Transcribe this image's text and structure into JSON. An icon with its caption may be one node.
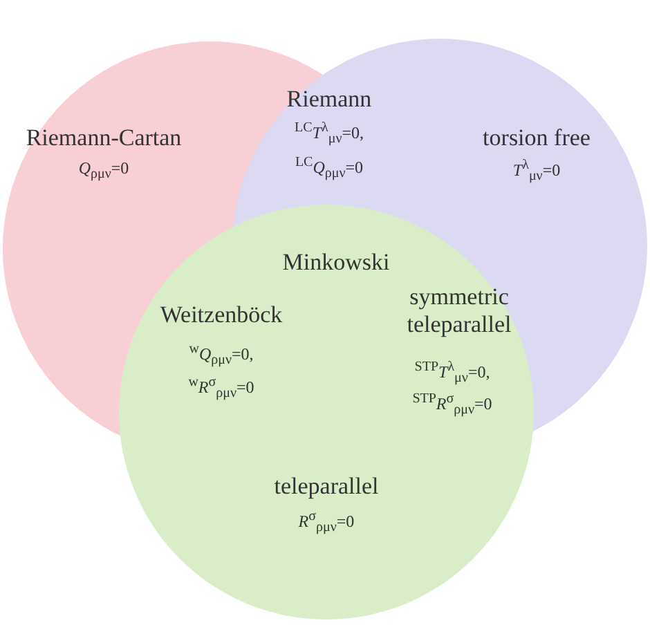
{
  "diagram": {
    "nodes": [
      {
        "text": [
          "Riemann-Cartan",
          "*Q*$_{ρμν}$=0"
        ]
      },
      {
        "text": [
          "Riemann",
          "$^{LC}$*T*$^{λ}$$_{μν}$=0,",
          "$^{LC}$*Q*$_{ρμν}$=0"
        ]
      },
      {
        "text": [
          "torsion free",
          "*T*$^{λ}$$_{μν}$=0"
        ]
      },
      {
        "text": [
          "Minkowski"
        ]
      },
      {
        "text": [
          "Weitzenböck",
          "$^{w}$*Q*$_{ρμν}$=0,",
          "$^{w}$*R*$^{σ}$$_{ρμν}$=0"
        ]
      },
      {
        "text": [
          "symmetric teleparallel",
          "$^{STP}$*T*$^{λ}$$_{μν}$=0,",
          "$^{STP}$*R*$^{σ}$$_{ρμν}$=0"
        ]
      },
      {
        "text": [
          "teleparallel",
          "*R*$^{σ}$$_{ρμν}$=0"
        ]
      }
    ],
    "edges": []
  }
}
